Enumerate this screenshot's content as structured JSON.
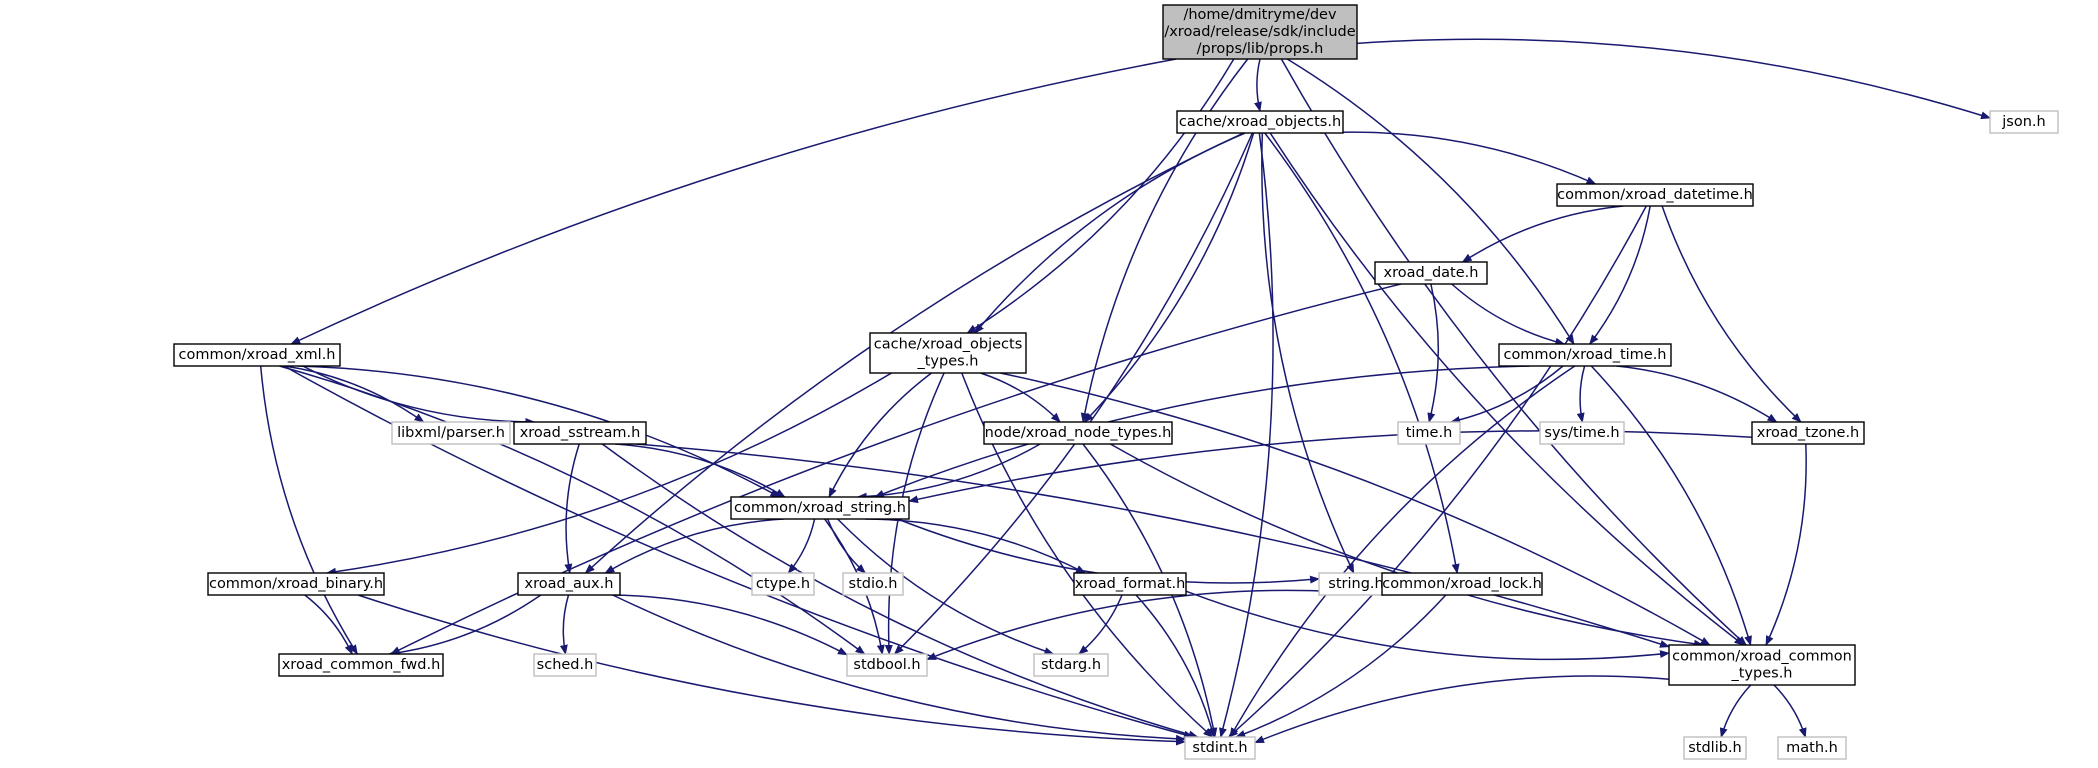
{
  "graph": {
    "nodes": {
      "props": {
        "label_lines": [
          "/home/dmitryme/dev",
          "/xroad/release/sdk/include",
          "/props/lib/props.h"
        ],
        "kind": "root"
      },
      "cache_objects": {
        "label_lines": [
          "cache/xroad_objects.h"
        ],
        "kind": "documented"
      },
      "json": {
        "label_lines": [
          "json.h"
        ],
        "kind": "external"
      },
      "datetime": {
        "label_lines": [
          "common/xroad_datetime.h"
        ],
        "kind": "documented"
      },
      "date": {
        "label_lines": [
          "xroad_date.h"
        ],
        "kind": "documented"
      },
      "xml": {
        "label_lines": [
          "common/xroad_xml.h"
        ],
        "kind": "documented"
      },
      "objects_types": {
        "label_lines": [
          "cache/xroad_objects",
          "_types.h"
        ],
        "kind": "documented"
      },
      "time": {
        "label_lines": [
          "common/xroad_time.h"
        ],
        "kind": "documented"
      },
      "libxml": {
        "label_lines": [
          "libxml/parser.h"
        ],
        "kind": "external"
      },
      "sstream": {
        "label_lines": [
          "xroad_sstream.h"
        ],
        "kind": "documented"
      },
      "node_types": {
        "label_lines": [
          "node/xroad_node_types.h"
        ],
        "kind": "documented"
      },
      "time_h": {
        "label_lines": [
          "time.h"
        ],
        "kind": "external"
      },
      "systime": {
        "label_lines": [
          "sys/time.h"
        ],
        "kind": "external"
      },
      "tzone": {
        "label_lines": [
          "xroad_tzone.h"
        ],
        "kind": "documented"
      },
      "string": {
        "label_lines": [
          "common/xroad_string.h"
        ],
        "kind": "documented"
      },
      "binary": {
        "label_lines": [
          "common/xroad_binary.h"
        ],
        "kind": "documented"
      },
      "aux": {
        "label_lines": [
          "xroad_aux.h"
        ],
        "kind": "documented"
      },
      "ctype": {
        "label_lines": [
          "ctype.h"
        ],
        "kind": "external"
      },
      "stdio": {
        "label_lines": [
          "stdio.h"
        ],
        "kind": "external"
      },
      "format": {
        "label_lines": [
          "xroad_format.h"
        ],
        "kind": "documented"
      },
      "string_h": {
        "label_lines": [
          "string.h"
        ],
        "kind": "external"
      },
      "lock": {
        "label_lines": [
          "common/xroad_lock.h"
        ],
        "kind": "documented"
      },
      "fwd": {
        "label_lines": [
          "xroad_common_fwd.h"
        ],
        "kind": "documented"
      },
      "sched": {
        "label_lines": [
          "sched.h"
        ],
        "kind": "external"
      },
      "stdbool": {
        "label_lines": [
          "stdbool.h"
        ],
        "kind": "external"
      },
      "stdarg": {
        "label_lines": [
          "stdarg.h"
        ],
        "kind": "external"
      },
      "common_types": {
        "label_lines": [
          "common/xroad_common",
          "_types.h"
        ],
        "kind": "documented"
      },
      "stdint": {
        "label_lines": [
          "stdint.h"
        ],
        "kind": "external"
      },
      "stdlib": {
        "label_lines": [
          "stdlib.h"
        ],
        "kind": "external"
      },
      "math": {
        "label_lines": [
          "math.h"
        ],
        "kind": "external"
      }
    },
    "edges": [
      [
        "props",
        "cache_objects"
      ],
      [
        "props",
        "json"
      ],
      [
        "props",
        "xml"
      ],
      [
        "props",
        "objects_types"
      ],
      [
        "props",
        "node_types"
      ],
      [
        "props",
        "time"
      ],
      [
        "props",
        "common_types"
      ],
      [
        "cache_objects",
        "datetime"
      ],
      [
        "cache_objects",
        "objects_types"
      ],
      [
        "cache_objects",
        "node_types"
      ],
      [
        "cache_objects",
        "aux"
      ],
      [
        "cache_objects",
        "stdbool"
      ],
      [
        "cache_objects",
        "string_h"
      ],
      [
        "cache_objects",
        "lock"
      ],
      [
        "cache_objects",
        "common_types"
      ],
      [
        "cache_objects",
        "stdint"
      ],
      [
        "datetime",
        "date"
      ],
      [
        "datetime",
        "time"
      ],
      [
        "datetime",
        "tzone"
      ],
      [
        "datetime",
        "stdint"
      ],
      [
        "date",
        "time"
      ],
      [
        "date",
        "time_h"
      ],
      [
        "date",
        "fwd"
      ],
      [
        "xml",
        "libxml"
      ],
      [
        "xml",
        "sstream"
      ],
      [
        "xml",
        "string"
      ],
      [
        "xml",
        "fwd"
      ],
      [
        "xml",
        "stdbool"
      ],
      [
        "xml",
        "stdint"
      ],
      [
        "objects_types",
        "binary"
      ],
      [
        "objects_types",
        "string"
      ],
      [
        "objects_types",
        "node_types"
      ],
      [
        "objects_types",
        "stdbool"
      ],
      [
        "objects_types",
        "common_types"
      ],
      [
        "objects_types",
        "stdint"
      ],
      [
        "time",
        "time_h"
      ],
      [
        "time",
        "systime"
      ],
      [
        "time",
        "tzone"
      ],
      [
        "time",
        "string"
      ],
      [
        "time",
        "common_types"
      ],
      [
        "time",
        "stdint"
      ],
      [
        "sstream",
        "string"
      ],
      [
        "sstream",
        "aux"
      ],
      [
        "sstream",
        "common_types"
      ],
      [
        "sstream",
        "stdint"
      ],
      [
        "node_types",
        "string"
      ],
      [
        "node_types",
        "common_types"
      ],
      [
        "node_types",
        "stdint"
      ],
      [
        "tzone",
        "string"
      ],
      [
        "tzone",
        "common_types"
      ],
      [
        "string",
        "aux"
      ],
      [
        "string",
        "ctype"
      ],
      [
        "string",
        "stdio"
      ],
      [
        "string",
        "format"
      ],
      [
        "string",
        "string_h"
      ],
      [
        "string",
        "stdbool"
      ],
      [
        "string",
        "stdarg"
      ],
      [
        "binary",
        "fwd"
      ],
      [
        "binary",
        "stdint"
      ],
      [
        "aux",
        "fwd"
      ],
      [
        "aux",
        "sched"
      ],
      [
        "aux",
        "stdbool"
      ],
      [
        "aux",
        "stdint"
      ],
      [
        "format",
        "stdarg"
      ],
      [
        "format",
        "common_types"
      ],
      [
        "format",
        "stdint"
      ],
      [
        "lock",
        "stdbool"
      ],
      [
        "lock",
        "stdint"
      ],
      [
        "common_types",
        "stdlib"
      ],
      [
        "common_types",
        "math"
      ],
      [
        "common_types",
        "stdint"
      ]
    ]
  },
  "colors": {
    "root_fill": "#bfbfbf",
    "root_stroke": "#000000",
    "documented_fill": "#ffffff",
    "documented_stroke": "#000000",
    "external_fill": "#ffffff",
    "external_stroke": "#bfbfbf",
    "edge": "#191970"
  }
}
